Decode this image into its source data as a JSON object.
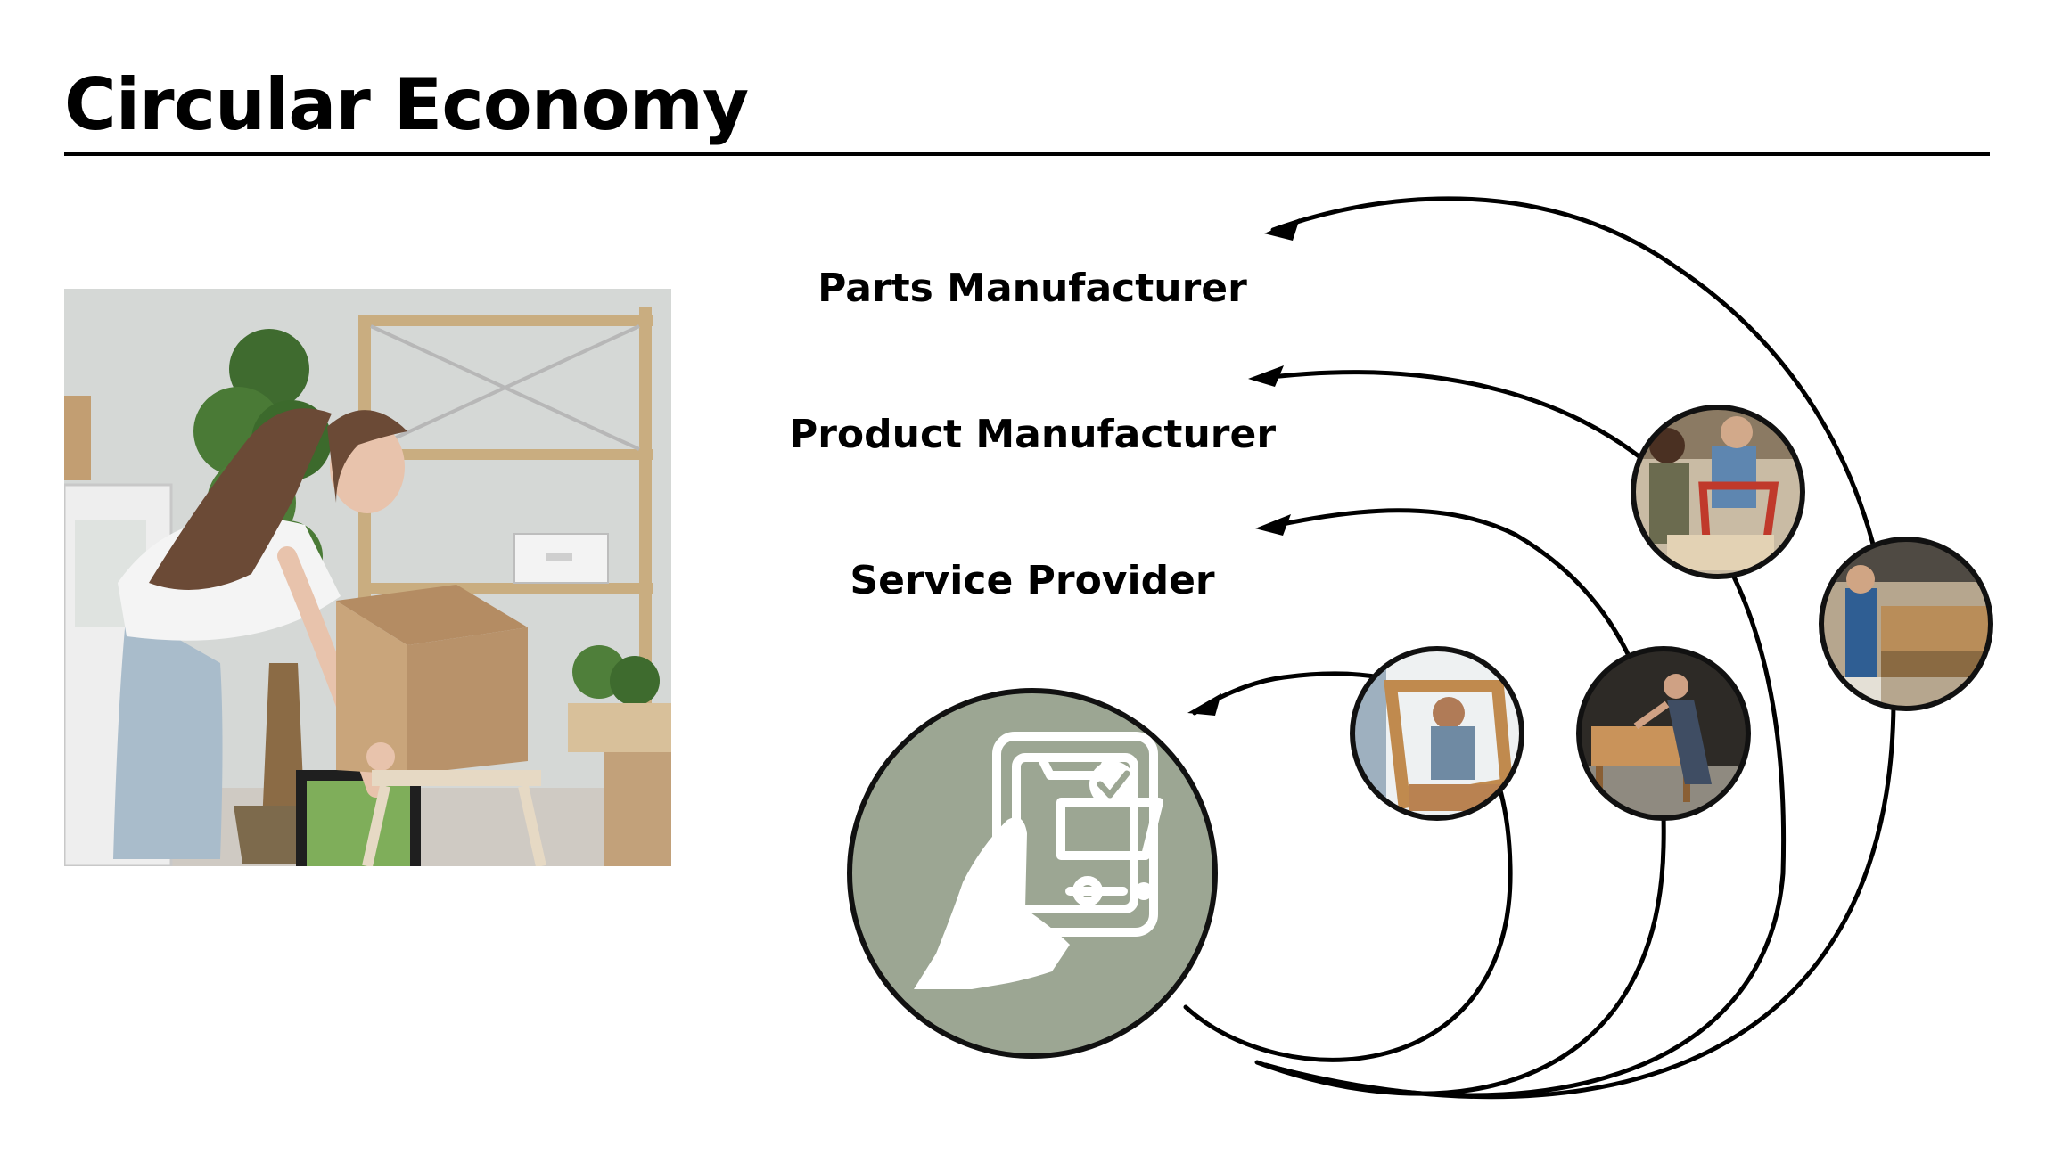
{
  "slide": {
    "title": "Circular Economy"
  },
  "diagram": {
    "labels": {
      "parts_manufacturer": "Parts Manufacturer",
      "product_manufacturer": "Product Manufacturer",
      "service_provider": "Service Provider"
    },
    "hub_icon": "hand-holding-phone-with-checkmark-icon",
    "hub_color": "#9CA693",
    "line_color": "#000000"
  },
  "photos": {
    "main": "woman-packing-cardboard-box-photo",
    "circles": [
      "two-men-repairing-wooden-chair-photo",
      "worker-in-furniture-workshop-photo",
      "man-carrying-wooden-frame-photo",
      "woman-restoring-wooden-cabinet-photo"
    ]
  }
}
